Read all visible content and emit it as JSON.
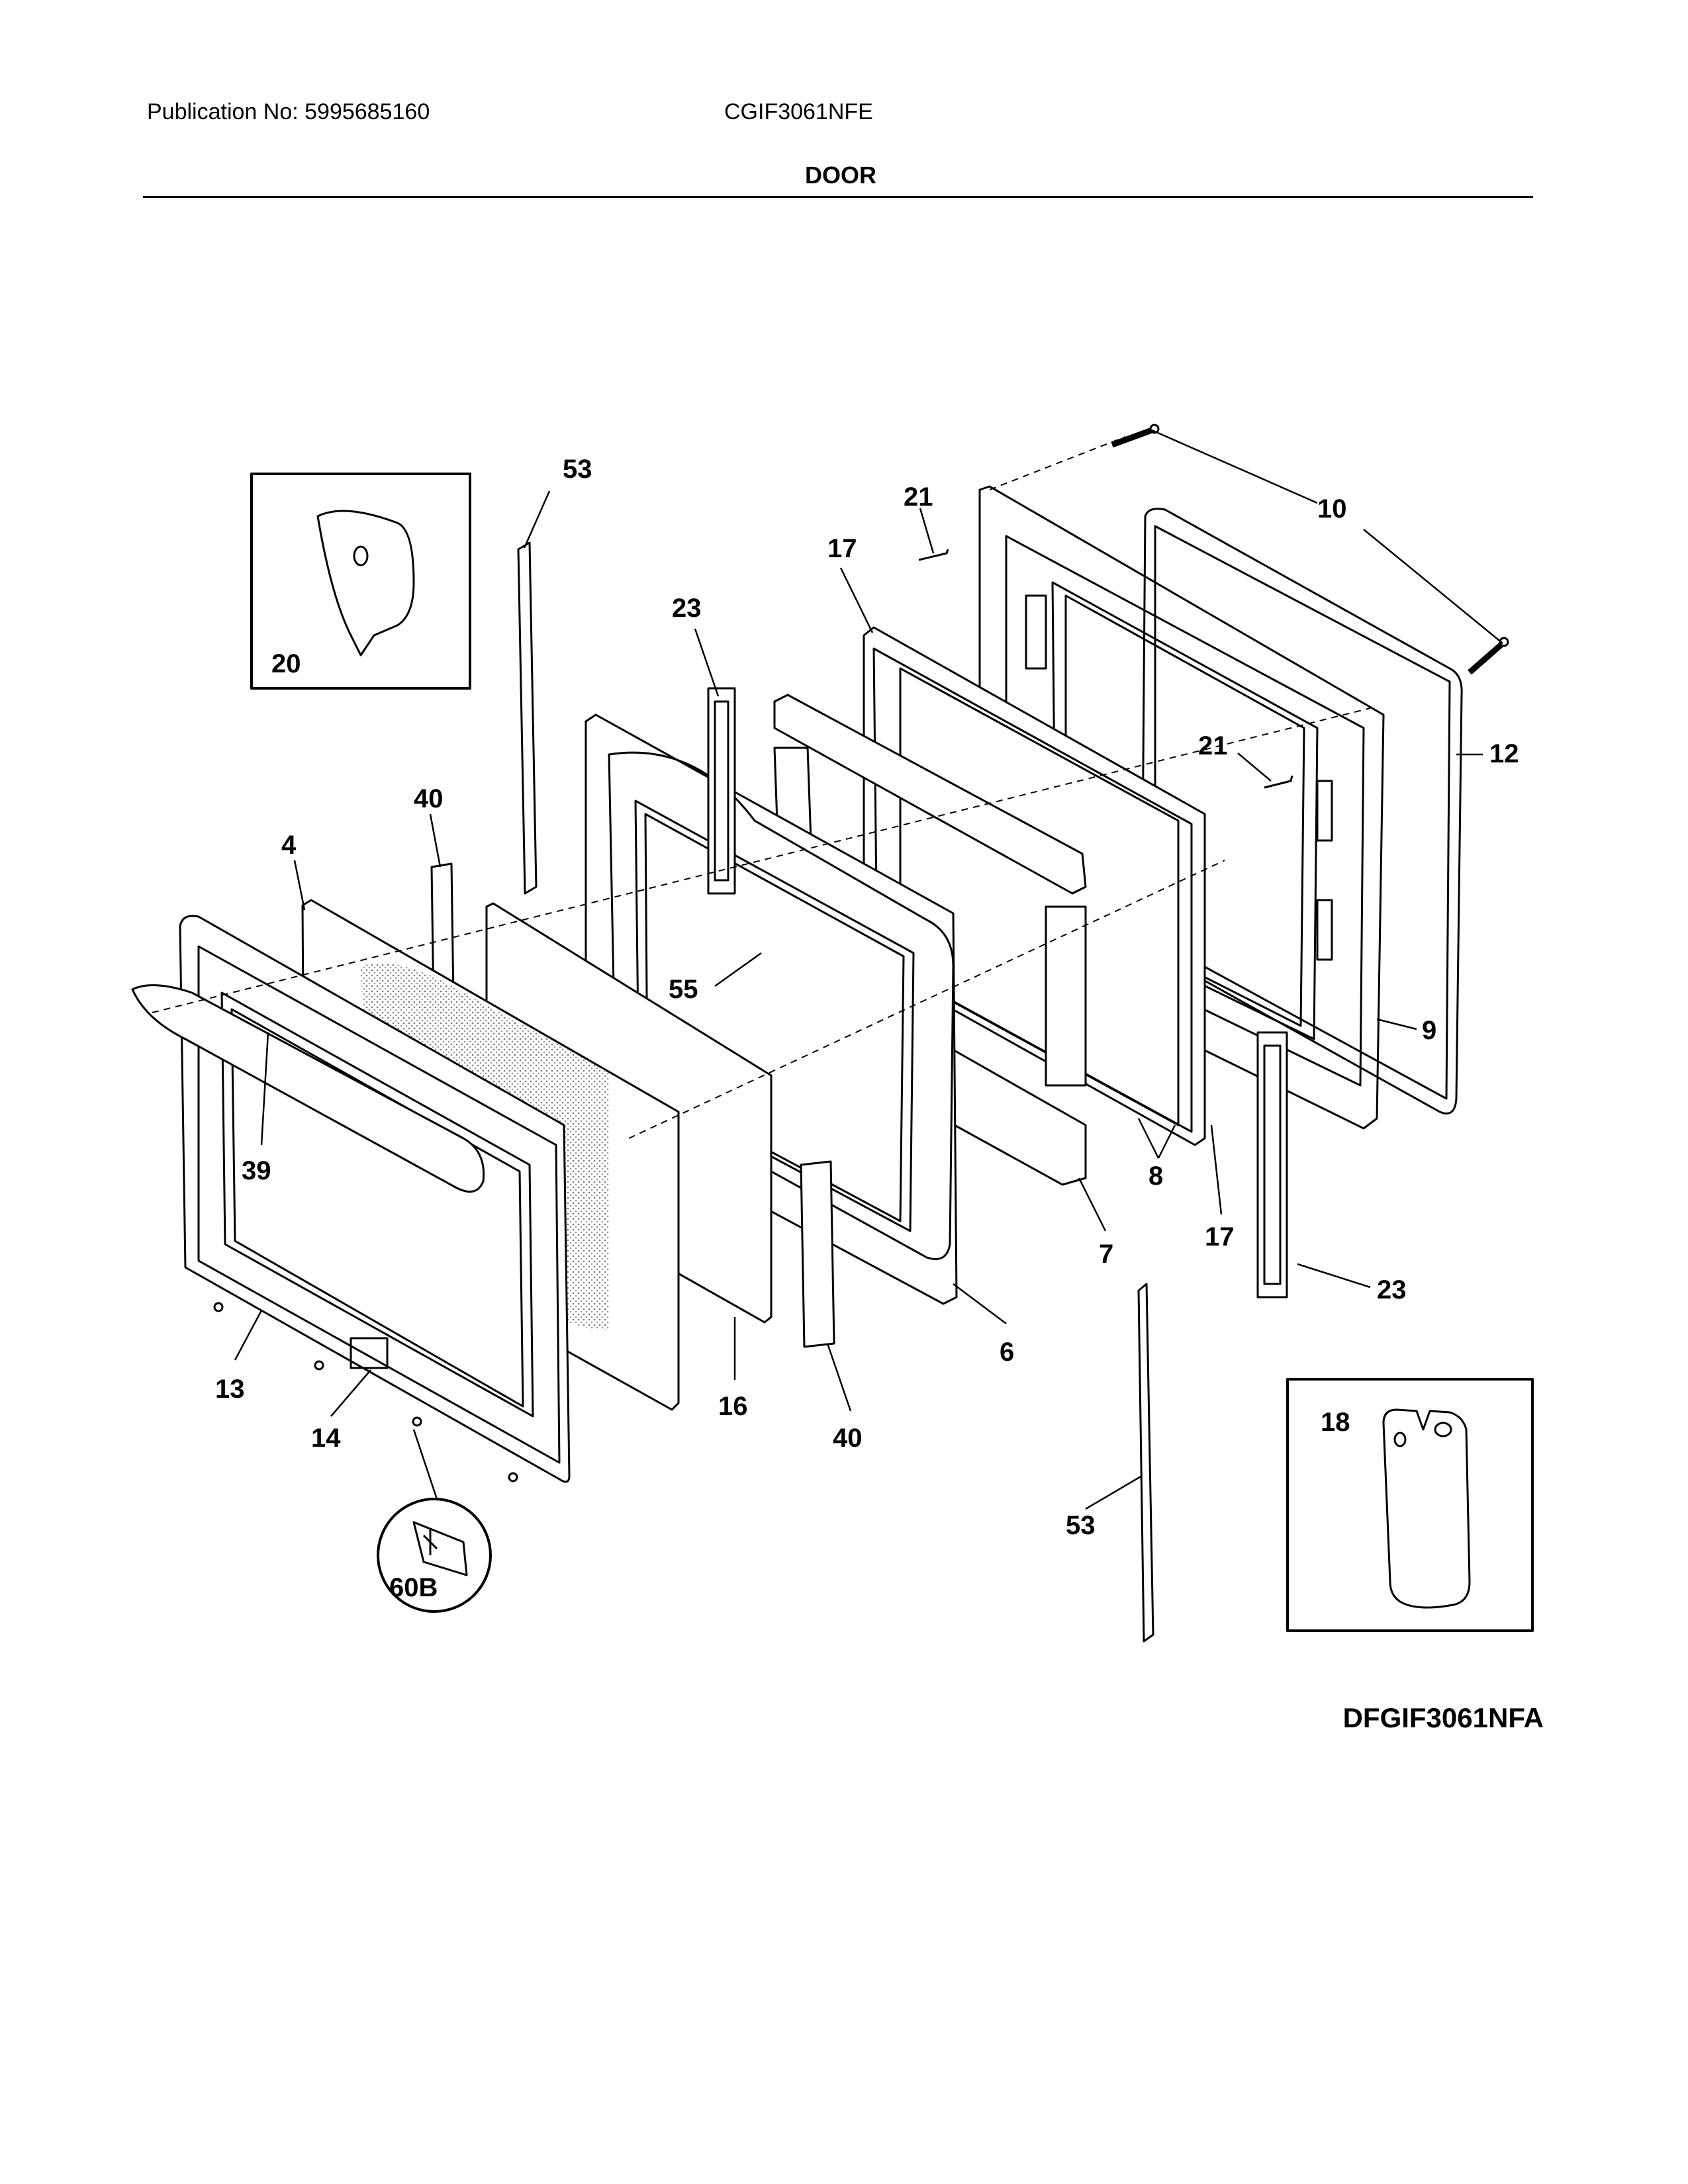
{
  "header": {
    "publication": "Publication No: 5995685160",
    "model": "CGIF3061NFE",
    "title": "DOOR"
  },
  "diagram": {
    "code": "DFGIF3061NFA",
    "callouts": [
      {
        "id": "c-53-top",
        "label": "53"
      },
      {
        "id": "c-21-top",
        "label": "21"
      },
      {
        "id": "c-10",
        "label": "10"
      },
      {
        "id": "c-17-top",
        "label": "17"
      },
      {
        "id": "c-23-top",
        "label": "23"
      },
      {
        "id": "c-20",
        "label": "20"
      },
      {
        "id": "c-21-mid",
        "label": "21"
      },
      {
        "id": "c-12",
        "label": "12"
      },
      {
        "id": "c-40-top",
        "label": "40"
      },
      {
        "id": "c-4",
        "label": "4"
      },
      {
        "id": "c-55",
        "label": "55"
      },
      {
        "id": "c-9",
        "label": "9"
      },
      {
        "id": "c-39",
        "label": "39"
      },
      {
        "id": "c-8",
        "label": "8"
      },
      {
        "id": "c-17-bot",
        "label": "17"
      },
      {
        "id": "c-7",
        "label": "7"
      },
      {
        "id": "c-23-bot",
        "label": "23"
      },
      {
        "id": "c-6",
        "label": "6"
      },
      {
        "id": "c-13",
        "label": "13"
      },
      {
        "id": "c-16",
        "label": "16"
      },
      {
        "id": "c-14",
        "label": "14"
      },
      {
        "id": "c-40-bot",
        "label": "40"
      },
      {
        "id": "c-18",
        "label": "18"
      },
      {
        "id": "c-53-bot",
        "label": "53"
      },
      {
        "id": "c-60b",
        "label": "60B"
      }
    ]
  }
}
